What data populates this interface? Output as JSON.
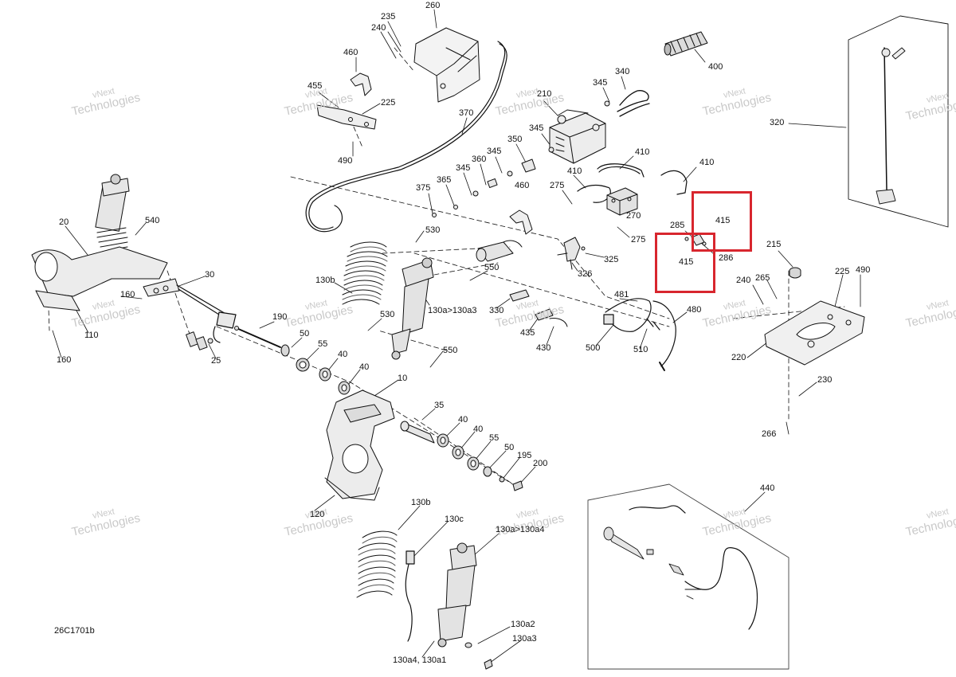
{
  "diagram_code": "26C1701b",
  "watermark": {
    "line1": "vNext",
    "line2": "Technologies",
    "alt": "vNext Technologies"
  },
  "highlight_color": "#d8262e",
  "labels": {
    "p235": "235",
    "p240a": "240",
    "p260": "260",
    "p460a": "460",
    "p455": "455",
    "p225a": "225",
    "p490a": "490",
    "p370": "370",
    "p210": "210",
    "p345a": "345",
    "p340": "340",
    "p400": "400",
    "p320": "320",
    "p345b": "345",
    "p350": "350",
    "p345c": "345",
    "p360": "360",
    "p345d": "345",
    "p365": "365",
    "p375": "375",
    "p410a": "410",
    "p410b": "410",
    "p410c": "410",
    "p275a": "275",
    "p460b": "460",
    "p270": "270",
    "p415a": "415",
    "p285": "285",
    "p415b": "415",
    "p286": "286",
    "p275b": "275",
    "p325": "325",
    "p326": "326",
    "p215": "215",
    "p540": "540",
    "p530a": "530",
    "p550a": "550",
    "p20": "20",
    "p30": "30",
    "p130b_top": "130b",
    "p130a_130a3": "130a>130a3",
    "p330": "330",
    "p481": "481",
    "p480": "480",
    "p240b": "240",
    "p265": "265",
    "p225b": "225",
    "p490b": "490",
    "p160a": "160",
    "p110": "110",
    "p190": "190",
    "p530b": "530",
    "p435": "435",
    "p430": "430",
    "p500": "500",
    "p510": "510",
    "p50a": "50",
    "p55a": "55",
    "p160b": "160",
    "p25": "25",
    "p40a": "40",
    "p40b": "40",
    "p550b": "550",
    "p220": "220",
    "p10": "10",
    "p230": "230",
    "p35": "35",
    "p266": "266",
    "p40c": "40",
    "p40d": "40",
    "p55b": "55",
    "p50b": "50",
    "p195": "195",
    "p200": "200",
    "p440": "440",
    "p120": "120",
    "p130b_bottom": "130b",
    "p130c": "130c",
    "p130a_130a4": "130a>130a4",
    "p130a2": "130a2",
    "p130a3": "130a3",
    "p130a4_130a1": "130a4, 130a1"
  }
}
